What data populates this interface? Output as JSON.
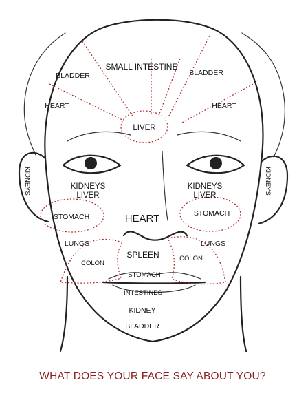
{
  "diagram": {
    "title": "WHAT DOES YOUR FACE SAY ABOUT YOU?",
    "labels": {
      "small_intestine": "SMALL INTESTINE",
      "bladder_left": "BLADDER",
      "bladder_right": "BLADDER",
      "heart_left": "HEART",
      "heart_right": "HEART",
      "liver_forehead": "LIVER",
      "kidneys_ear_left": "KIDNEYS",
      "kidneys_ear_right": "KIDNEYS",
      "kidneys_left": "KIDNEYS",
      "liver_left": "LIVER",
      "kidneys_right": "KIDNEYS",
      "liver_right": "LIVER",
      "stomach_left": "STOMACH",
      "stomach_right": "STOMACH",
      "heart_center": "HEART",
      "lungs_left": "LUNGS",
      "lungs_right": "LUNGS",
      "colon_left": "COLON",
      "colon_right": "COLON",
      "spleen": "SPLEEN",
      "stomach_mouth": "STOMACH",
      "intestines": "INTESTINES",
      "kidney": "KIDNEY",
      "bladder_chin": "BLADDER"
    },
    "colors": {
      "zone_dots": "#b03030",
      "title_text": "#8b1e1e",
      "ink": "#222222"
    }
  }
}
